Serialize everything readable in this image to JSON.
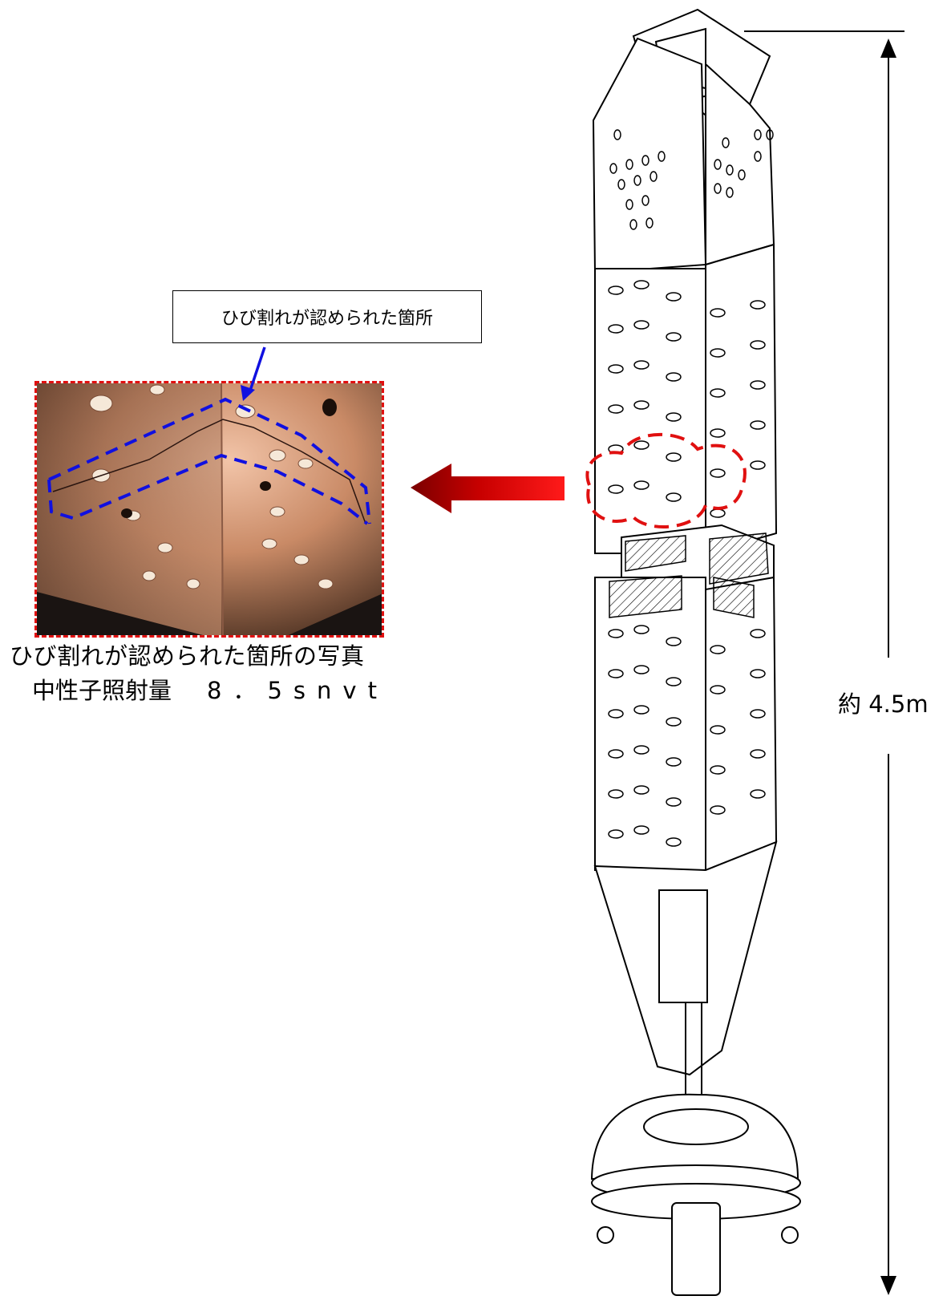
{
  "callout": {
    "label": "ひび割れが認められた箇所"
  },
  "photo": {
    "caption": "ひび割れが認められた箇所の写真"
  },
  "irradiation": {
    "label": "中性子照射量",
    "value": "8．5snvt"
  },
  "dimension": {
    "label": "約 4.5m"
  },
  "colors": {
    "highlight_red": "#e01010",
    "crack_blue": "#1010e0",
    "arrow_dark": "#8b0000",
    "arrow_bright": "#ff0000"
  },
  "icons": [
    "arrow-left-icon",
    "arrow-up-icon",
    "arrow-down-icon",
    "pointer-arrow-icon"
  ]
}
